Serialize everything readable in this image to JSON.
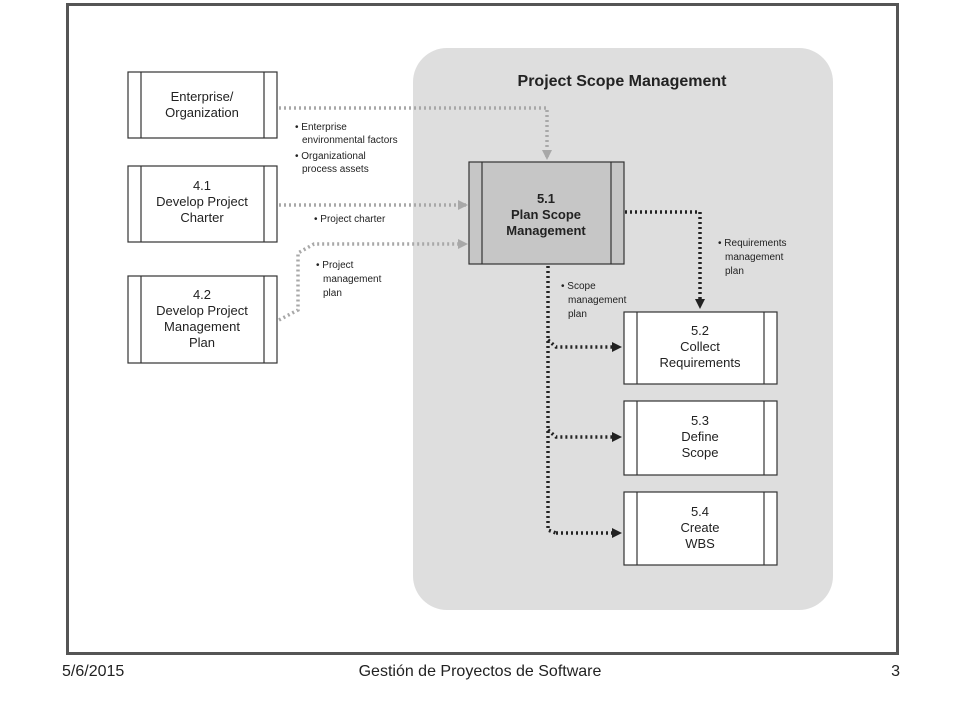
{
  "panel": {
    "title": "Project Scope Management"
  },
  "boxes": {
    "enterprise": {
      "line1": "Enterprise/",
      "line2": "Organization"
    },
    "b41": {
      "num": "4.1",
      "line1": "Develop Project",
      "line2": "Charter"
    },
    "b42": {
      "num": "4.2",
      "line1": "Develop Project",
      "line2": "Management",
      "line3": "Plan"
    },
    "b51": {
      "num": "5.1",
      "line1": "Plan Scope",
      "line2": "Management"
    },
    "b52": {
      "num": "5.2",
      "line1": "Collect",
      "line2": "Requirements"
    },
    "b53": {
      "num": "5.3",
      "line1": "Define",
      "line2": "Scope"
    },
    "b54": {
      "num": "5.4",
      "line1": "Create",
      "line2": "WBS"
    }
  },
  "notes": {
    "enterprise": {
      "line1": "• Enterprise",
      "line2": "environmental factors",
      "line3": "• Organizational",
      "line4": "process assets"
    },
    "charter": {
      "line1": "• Project charter"
    },
    "pmplan": {
      "line1": "• Project",
      "line2": "management",
      "line3": "plan"
    },
    "scope_plan": {
      "line1": "• Scope",
      "line2": "management",
      "line3": "plan"
    },
    "req_plan": {
      "line1": "• Requirements",
      "line2": "management",
      "line3": "plan"
    }
  },
  "footer": {
    "date": "5/6/2015",
    "title": "Gestión de Proyectos de Software",
    "page": "3"
  },
  "colors": {
    "panel_bg": "#dedede",
    "box_51_bg": "#c6c6c6",
    "gray_arrow": "#a8a8a8",
    "dark_arrow": "#222222"
  }
}
